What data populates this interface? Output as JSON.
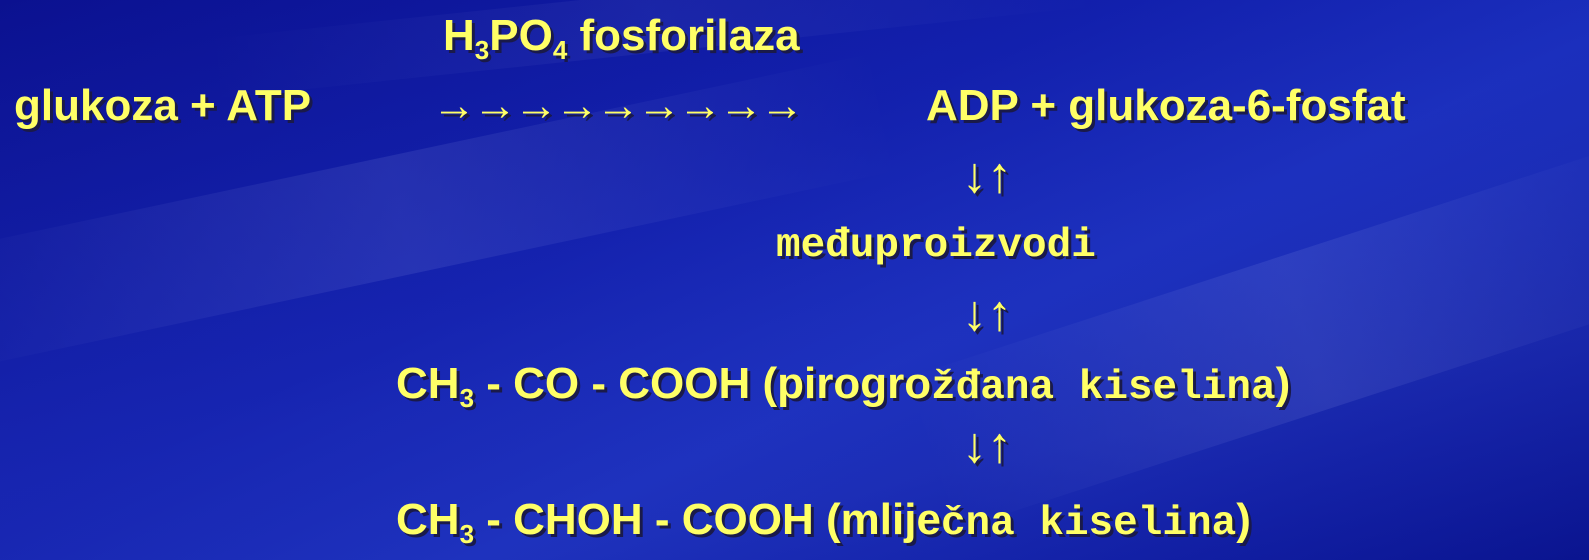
{
  "reaction": {
    "enzyme_prefix": "H",
    "enzyme_sub1": "3",
    "enzyme_mid": "PO",
    "enzyme_sub2": "4",
    "enzyme_suffix": " fosforilaza",
    "left": "glukoza + ATP",
    "arrows": "→→→→→→→→→",
    "right": "ADP + glukoza-6-fosfat"
  },
  "steps": {
    "arrow1": "↓↑",
    "intermediates": "međuproizvodi",
    "arrow2": "↓↑",
    "pyruvate_prefix": "CH",
    "pyruvate_sub": "3",
    "pyruvate_formula": " - CO - COOH (pirogro",
    "pyruvate_mono": "žđana kiselina",
    "pyruvate_close": ")",
    "arrow3": "↓↑",
    "lactate_prefix": "CH",
    "lactate_sub": "3",
    "lactate_formula": " - CHOH - COOH (mlije",
    "lactate_mono": "čna kiselina",
    "lactate_close": ")"
  },
  "colors": {
    "background": "#0d1aa8",
    "text": "#ffff66",
    "shadow": "#1a1a4a"
  }
}
